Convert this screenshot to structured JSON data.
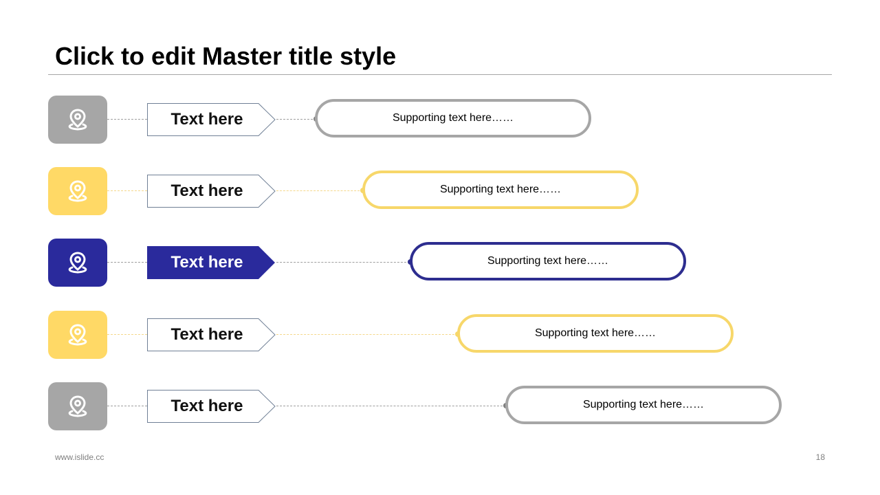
{
  "title": "Click to edit Master title style",
  "colors": {
    "gray": "#a6a6a6",
    "yellow": "#ffd966",
    "navy": "#2a2a9c",
    "pill_yellow": "#f7d76a",
    "pill_navy": "#2d2d8f"
  },
  "rows": [
    {
      "label": "Text here",
      "support": "Supporting text here……",
      "color": "gray",
      "icon": "location-pin-icon"
    },
    {
      "label": "Text here",
      "support": "Supporting text here……",
      "color": "yellow",
      "icon": "location-pin-icon"
    },
    {
      "label": "Text here",
      "support": "Supporting text here……",
      "color": "navy",
      "icon": "location-pin-icon"
    },
    {
      "label": "Text here",
      "support": "Supporting text here……",
      "color": "yellow",
      "icon": "location-pin-icon"
    },
    {
      "label": "Text here",
      "support": "Supporting text here……",
      "color": "gray",
      "icon": "location-pin-icon"
    }
  ],
  "footer": {
    "website": "www.islide.cc",
    "page_number": "18"
  }
}
